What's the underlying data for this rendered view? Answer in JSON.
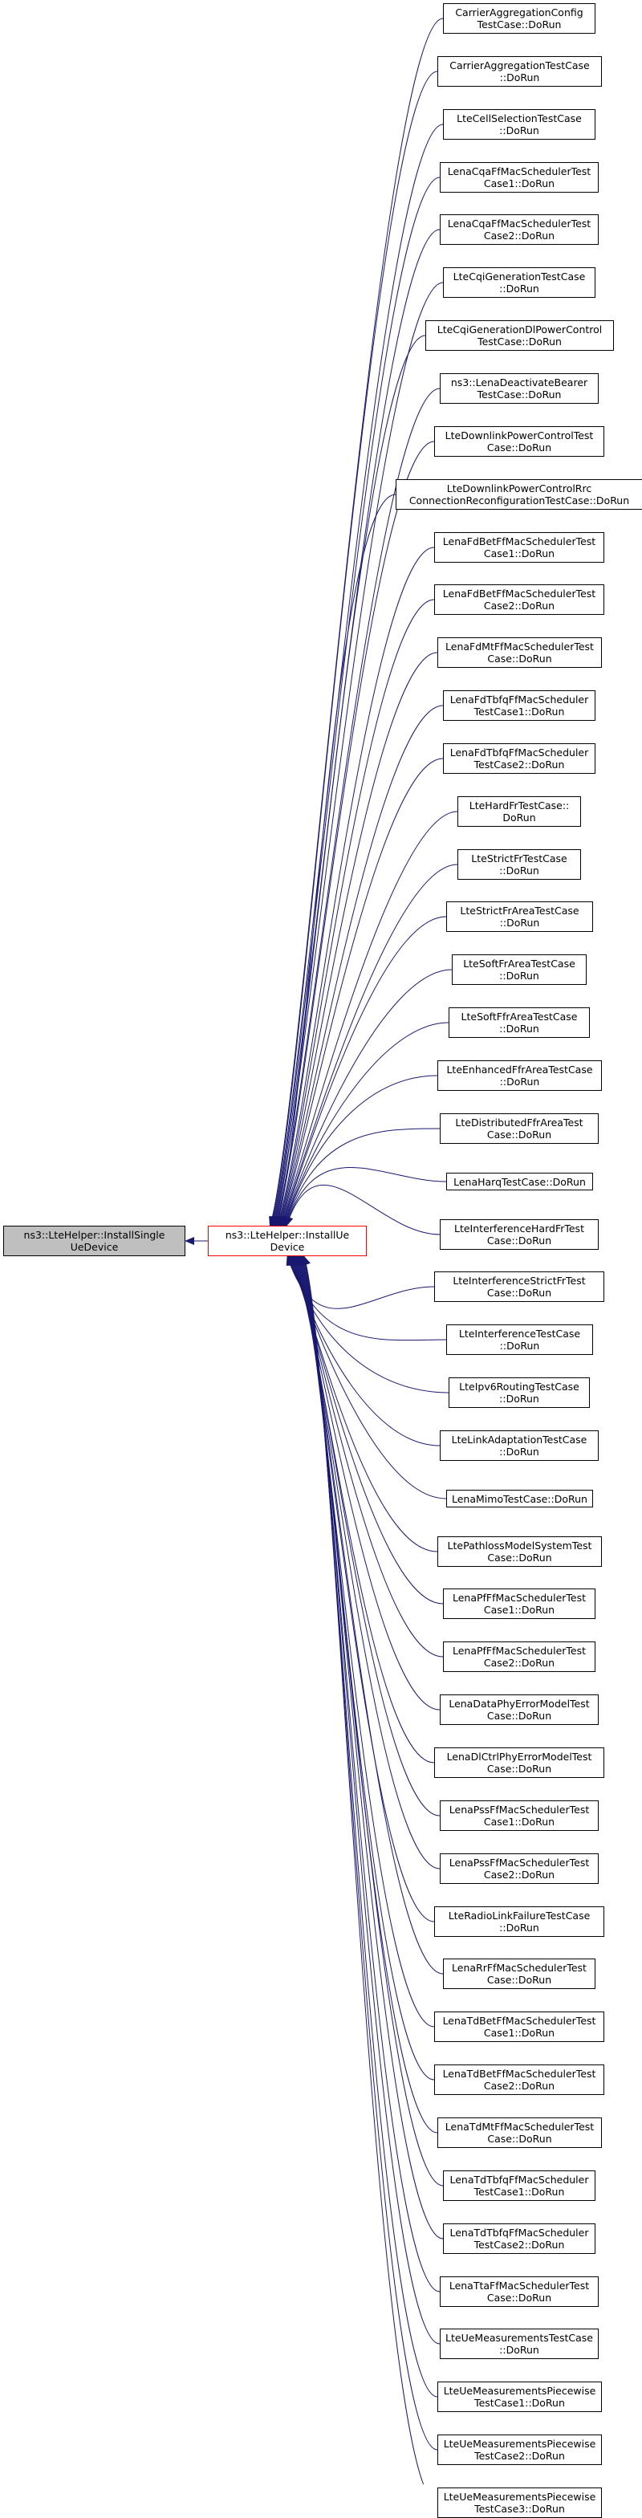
{
  "colors": {
    "edge": "#191970",
    "node_border": "#000000",
    "highlight_border": "#ff0000",
    "root_fill": "#bfbfbf"
  },
  "root": {
    "lines": [
      "ns3::LteHelper::InstallSingle",
      "UeDevice"
    ]
  },
  "hub": {
    "lines": [
      "ns3::LteHelper::InstallUe",
      "Device"
    ]
  },
  "callers": [
    {
      "lines": [
        "CarrierAggregationConfig",
        "TestCase::DoRun"
      ]
    },
    {
      "lines": [
        "CarrierAggregationTestCase",
        "::DoRun"
      ]
    },
    {
      "lines": [
        "LteCellSelectionTestCase",
        "::DoRun"
      ]
    },
    {
      "lines": [
        "LenaCqaFfMacSchedulerTest",
        "Case1::DoRun"
      ]
    },
    {
      "lines": [
        "LenaCqaFfMacSchedulerTest",
        "Case2::DoRun"
      ]
    },
    {
      "lines": [
        "LteCqiGenerationTestCase",
        "::DoRun"
      ]
    },
    {
      "lines": [
        "LteCqiGenerationDlPowerControl",
        "TestCase::DoRun"
      ]
    },
    {
      "lines": [
        "ns3::LenaDeactivateBearer",
        "TestCase::DoRun"
      ]
    },
    {
      "lines": [
        "LteDownlinkPowerControlTest",
        "Case::DoRun"
      ]
    },
    {
      "lines": [
        "LteDownlinkPowerControlRrc",
        "ConnectionReconfigurationTestCase::DoRun"
      ]
    },
    {
      "lines": [
        "LenaFdBetFfMacSchedulerTest",
        "Case1::DoRun"
      ]
    },
    {
      "lines": [
        "LenaFdBetFfMacSchedulerTest",
        "Case2::DoRun"
      ]
    },
    {
      "lines": [
        "LenaFdMtFfMacSchedulerTest",
        "Case::DoRun"
      ]
    },
    {
      "lines": [
        "LenaFdTbfqFfMacScheduler",
        "TestCase1::DoRun"
      ]
    },
    {
      "lines": [
        "LenaFdTbfqFfMacScheduler",
        "TestCase2::DoRun"
      ]
    },
    {
      "lines": [
        "LteHardFrTestCase::",
        "DoRun"
      ]
    },
    {
      "lines": [
        "LteStrictFrTestCase",
        "::DoRun"
      ]
    },
    {
      "lines": [
        "LteStrictFrAreaTestCase",
        "::DoRun"
      ]
    },
    {
      "lines": [
        "LteSoftFrAreaTestCase",
        "::DoRun"
      ]
    },
    {
      "lines": [
        "LteSoftFfrAreaTestCase",
        "::DoRun"
      ]
    },
    {
      "lines": [
        "LteEnhancedFfrAreaTestCase",
        "::DoRun"
      ]
    },
    {
      "lines": [
        "LteDistributedFfrAreaTest",
        "Case::DoRun"
      ]
    },
    {
      "lines": [
        "LenaHarqTestCase::DoRun"
      ]
    },
    {
      "lines": [
        "LteInterferenceHardFrTest",
        "Case::DoRun"
      ]
    },
    {
      "lines": [
        "LteInterferenceStrictFrTest",
        "Case::DoRun"
      ]
    },
    {
      "lines": [
        "LteInterferenceTestCase",
        "::DoRun"
      ]
    },
    {
      "lines": [
        "LteIpv6RoutingTestCase",
        "::DoRun"
      ]
    },
    {
      "lines": [
        "LteLinkAdaptationTestCase",
        "::DoRun"
      ]
    },
    {
      "lines": [
        "LenaMimoTestCase::DoRun"
      ]
    },
    {
      "lines": [
        "LtePathlossModelSystemTest",
        "Case::DoRun"
      ]
    },
    {
      "lines": [
        "LenaPfFfMacSchedulerTest",
        "Case1::DoRun"
      ]
    },
    {
      "lines": [
        "LenaPfFfMacSchedulerTest",
        "Case2::DoRun"
      ]
    },
    {
      "lines": [
        "LenaDataPhyErrorModelTest",
        "Case::DoRun"
      ]
    },
    {
      "lines": [
        "LenaDlCtrlPhyErrorModelTest",
        "Case::DoRun"
      ]
    },
    {
      "lines": [
        "LenaPssFfMacSchedulerTest",
        "Case1::DoRun"
      ]
    },
    {
      "lines": [
        "LenaPssFfMacSchedulerTest",
        "Case2::DoRun"
      ]
    },
    {
      "lines": [
        "LteRadioLinkFailureTestCase",
        "::DoRun"
      ]
    },
    {
      "lines": [
        "LenaRrFfMacSchedulerTest",
        "Case::DoRun"
      ]
    },
    {
      "lines": [
        "LenaTdBetFfMacSchedulerTest",
        "Case1::DoRun"
      ]
    },
    {
      "lines": [
        "LenaTdBetFfMacSchedulerTest",
        "Case2::DoRun"
      ]
    },
    {
      "lines": [
        "LenaTdMtFfMacSchedulerTest",
        "Case::DoRun"
      ]
    },
    {
      "lines": [
        "LenaTdTbfqFfMacScheduler",
        "TestCase1::DoRun"
      ]
    },
    {
      "lines": [
        "LenaTdTbfqFfMacScheduler",
        "TestCase2::DoRun"
      ]
    },
    {
      "lines": [
        "LenaTtaFfMacSchedulerTest",
        "Case::DoRun"
      ]
    },
    {
      "lines": [
        "LteUeMeasurementsTestCase",
        "::DoRun"
      ]
    },
    {
      "lines": [
        "LteUeMeasurementsPiecewise",
        "TestCase1::DoRun"
      ]
    },
    {
      "lines": [
        "LteUeMeasurementsPiecewise",
        "TestCase2::DoRun"
      ]
    },
    {
      "lines": [
        "LteUeMeasurementsPiecewise",
        "TestCase3::DoRun"
      ]
    }
  ]
}
